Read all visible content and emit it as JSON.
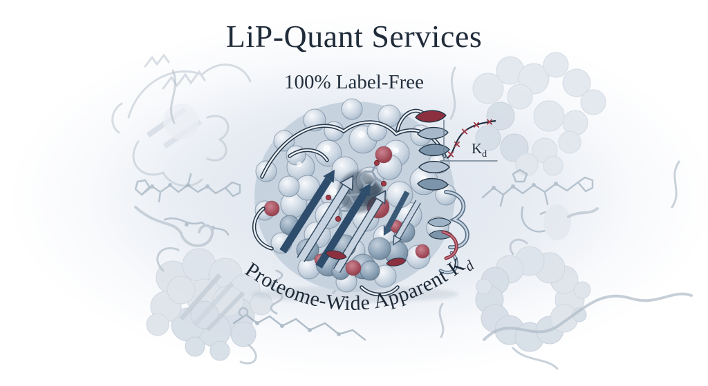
{
  "header": {
    "title": "LiP-Quant Services",
    "subtitle": "100% Label-Free"
  },
  "hero": {
    "arc_caption": {
      "text": "Proteome-Wide Apparent K",
      "subscript": "d"
    },
    "kd_inset": {
      "label_main": "K",
      "label_sub": "d"
    }
  },
  "icons": {
    "binding-curve-icon": "L-shaped axes with sigmoid saturation curve, red x markers and Kd label"
  },
  "chart_data": {
    "type": "line",
    "title": "",
    "xlabel": "",
    "ylabel": "",
    "x": [
      0.1,
      0.25,
      0.42,
      0.62,
      0.85
    ],
    "y": [
      0.15,
      0.45,
      0.78,
      0.9,
      0.96
    ],
    "annotations": [
      "Kd"
    ],
    "axis_tick_labels": "none",
    "legend": "none",
    "marker_style": "red x",
    "curve_shape": "sigmoid saturation (ligand binding)"
  },
  "colors": {
    "title_text": "#202c3a",
    "accent_crimson": "#8e3142",
    "marker_red": "#a33b47",
    "ribbon_blue": "#2e4d6c",
    "surface_blue_gray": "#ccd6e2",
    "background_tint": "#e7ecf3",
    "faded_gray": "#dde3ea"
  }
}
